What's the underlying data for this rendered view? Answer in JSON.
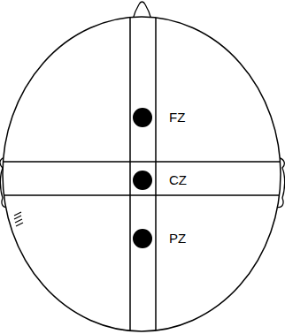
{
  "diagram": {
    "labels": [
      "FZ",
      "CZ",
      "PZ"
    ]
  }
}
